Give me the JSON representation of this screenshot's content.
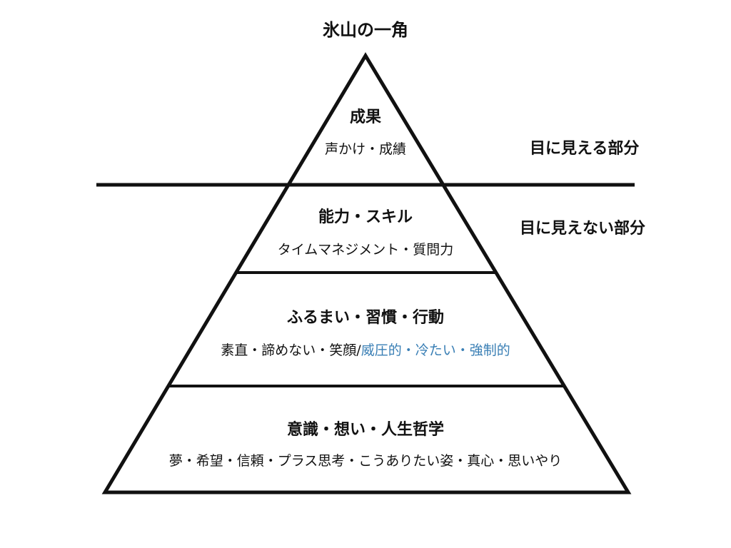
{
  "title": "氷山の一角",
  "labels": {
    "visible": "目に見える部分",
    "invisible": "目に見えない部分"
  },
  "levels": [
    {
      "heading": "成果",
      "description": "声かけ・成績"
    },
    {
      "heading": "能力・スキル",
      "description": "タイムマネジメント・質問力"
    },
    {
      "heading": "ふるまい・習慣・行動",
      "description_plain": "素直・諦めない・笑顔/",
      "description_accent": "威圧的・冷たい・強制的"
    },
    {
      "heading": "意識・想い・人生哲学",
      "description": "夢・希望・信頼・プラス思考・こうありたい姿・真心・思いやり"
    }
  ],
  "colors": {
    "line": "#111111",
    "accent": "#3a7fb5"
  }
}
